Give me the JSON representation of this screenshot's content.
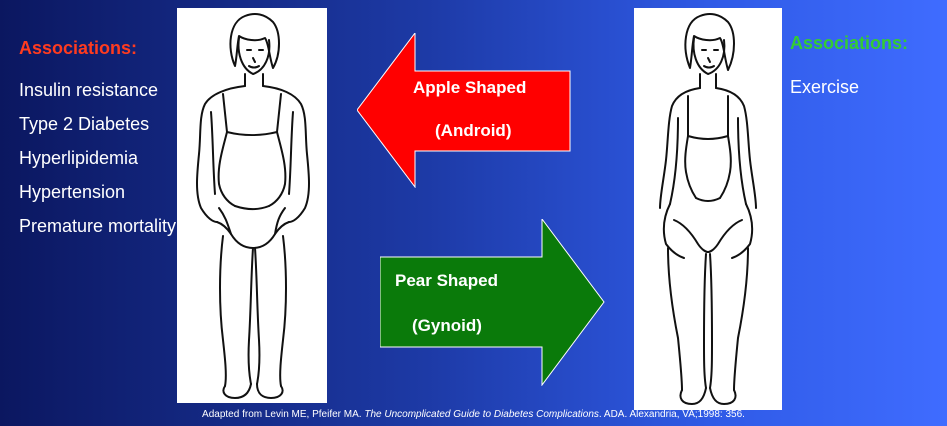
{
  "left": {
    "title": "Associations:",
    "items": [
      "Insulin resistance",
      "Type 2 Diabetes",
      "Hyperlipidemia",
      "Hypertension",
      "Premature mortality"
    ]
  },
  "right": {
    "title": "Associations:",
    "items": [
      "Exercise"
    ]
  },
  "apple_arrow": {
    "line1": "Apple Shaped",
    "line2": "(Android)",
    "color": "#ff0000"
  },
  "pear_arrow": {
    "line1": "Pear Shaped",
    "line2": "(Gynoid)",
    "color": "#0a7a0a"
  },
  "figures": {
    "left": "apple-shaped-body-illustration",
    "right": "pear-shaped-body-illustration"
  },
  "footnote": {
    "prefix": "Adapted from Levin ME, Pfeifer MA. ",
    "book": "The Uncomplicated Guide to Diabetes Complications",
    "suffix": ". ADA. Alexandria, VA;1998: 356."
  },
  "colors": {
    "assoc_left": "#ff3b1f",
    "assoc_right": "#33cc33",
    "background_dark": "#0b1760",
    "background_light": "#3f6cff"
  }
}
